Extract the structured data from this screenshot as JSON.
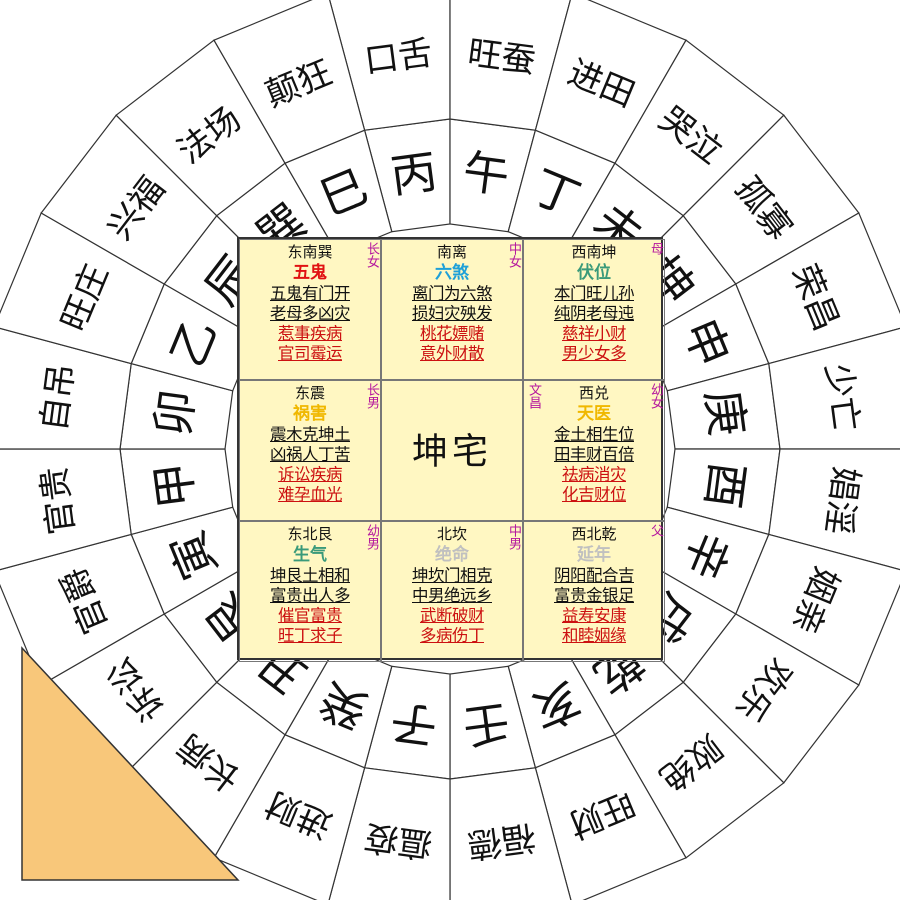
{
  "inner_ring": [
    "丙",
    "午",
    "丁",
    "未",
    "坤",
    "申",
    "庚",
    "酉",
    "辛",
    "戌",
    "乾",
    "亥",
    "壬",
    "子",
    "癸",
    "丑",
    "艮",
    "寅",
    "甲",
    "卯",
    "乙",
    "辰",
    "巽",
    "巳"
  ],
  "outer_ring": [
    "口舌",
    "旺蚕",
    "进田",
    "哭泣",
    "孤寡",
    "荣昌",
    "少亡",
    "娼淫",
    "姻亲",
    "欢乐",
    "败绝",
    "旺财",
    "福德",
    "瘟疫",
    "进财",
    "长病",
    "诉讼",
    "官爵",
    "官贵",
    "自吊",
    "旺庄",
    "兴福",
    "法场",
    "颠狂"
  ],
  "colors": {
    "background": "#ffffff",
    "ring_stroke": "#333333",
    "grid_fill": "#fff7c2",
    "corner_fill": "#f8c77a",
    "red_text": "#cc1111",
    "member_text": "#b5179e",
    "wugui": "#e11212",
    "liusha": "#1ea0d8",
    "fuwei": "#3a9a7a",
    "huohai": "#f0b800",
    "tianyi": "#f0b800",
    "shengqi": "#3a9a7a",
    "jueming": "#c0c0c0",
    "yannian": "#c0c0c0"
  },
  "center": {
    "house": "坤宅"
  },
  "cells": [
    {
      "dir": "东南巽",
      "star": "五鬼",
      "star_color": "#e11212",
      "member": "长女",
      "side": "",
      "lines": [
        "五鬼有门开",
        "老母多凶灾"
      ],
      "red": [
        "惹事疾病",
        "官司霉运"
      ]
    },
    {
      "dir": "南离",
      "star": "六煞",
      "star_color": "#1ea0d8",
      "member": "中女",
      "side": "",
      "lines": [
        "离门为六煞",
        "损妇灾殃发"
      ],
      "red": [
        "桃花嫖赌",
        "意外财散"
      ]
    },
    {
      "dir": "西南坤",
      "star": "伏位",
      "star_color": "#3a9a7a",
      "member": "母",
      "side": "",
      "lines": [
        "本门旺儿孙",
        "纯阴老母迍"
      ],
      "red": [
        "慈祥小财",
        "男少女多"
      ]
    },
    {
      "dir": "东震",
      "star": "祸害",
      "star_color": "#f0b800",
      "member": "长男",
      "side": "",
      "lines": [
        "震木克坤土",
        "凶祸人丁苦"
      ],
      "red": [
        "诉讼疾病",
        "难孕血光"
      ]
    },
    {
      "dir": "",
      "star": "",
      "star_color": "",
      "member": "",
      "side": "",
      "lines": [],
      "red": []
    },
    {
      "dir": "西兑",
      "star": "天医",
      "star_color": "#f0b800",
      "member": "幼女",
      "side": "文昌",
      "lines": [
        "金土相生位",
        "田丰财百倍"
      ],
      "red": [
        "祛病消灾",
        "化吉财位"
      ]
    },
    {
      "dir": "东北艮",
      "star": "生气",
      "star_color": "#3a9a7a",
      "member": "幼男",
      "side": "",
      "lines": [
        "坤艮土相和",
        "富贵出人多"
      ],
      "red": [
        "催官富贵",
        "旺丁求子"
      ]
    },
    {
      "dir": "北坎",
      "star": "绝命",
      "star_color": "#c0c0c0",
      "member": "中男",
      "side": "",
      "lines": [
        "坤坎门相克",
        "中男绝远乡"
      ],
      "red": [
        "武断破财",
        "多病伤丁"
      ]
    },
    {
      "dir": "西北乾",
      "star": "延年",
      "star_color": "#c0c0c0",
      "member": "父",
      "side": "",
      "lines": [
        "阴阳配合吉",
        "富贵金银足"
      ],
      "red": [
        "益寿安康",
        "和睦姻缘"
      ]
    }
  ]
}
